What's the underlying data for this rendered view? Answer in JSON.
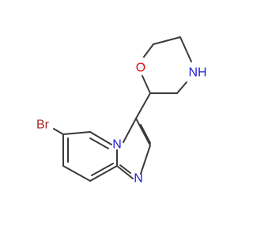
{
  "molecule": {
    "atoms": {
      "bromine": "Br",
      "ring_nitrogen_bridgehead": "N",
      "ring_nitrogen_imidazole": "N",
      "morpholine_oxygen": "O",
      "morpholine_nh": "NH"
    },
    "colors": {
      "bond": "#3a3a3a",
      "bromine": "#a52a2a",
      "nitrogen": "#1f1fd0",
      "oxygen": "#e01010",
      "background": "#ffffff"
    }
  }
}
